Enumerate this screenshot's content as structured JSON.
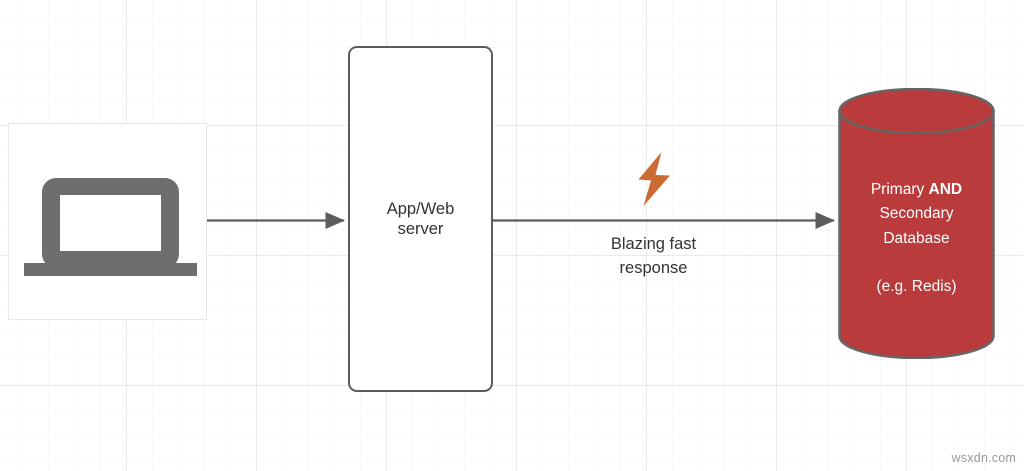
{
  "diagram": {
    "background_color": "#ffffff",
    "grid_color": "#e9e9e9",
    "nodes": {
      "client": {
        "icon": "laptop-icon",
        "icon_color": "#6e6e6e",
        "fill": "#ffffff"
      },
      "app_web_server": {
        "label": "App/Web\nserver",
        "fill": "#ffffff",
        "stroke": "#5c5c5c",
        "text_color": "#333333"
      },
      "database": {
        "label_main": "Primary ",
        "label_emphasis": "AND",
        "label_rest": "\nSecondary\nDatabase",
        "label_sub": "(e.g. Redis)",
        "fill": "#b93b3b",
        "stroke": "#666666",
        "text_color": "#ffffff"
      }
    },
    "edges": {
      "client_to_server": {
        "stroke": "#5c5c5c",
        "arrowhead": "filled-triangle"
      },
      "server_to_database": {
        "label": "Blazing fast\nresponse",
        "stroke": "#5c5c5c",
        "arrowhead": "filled-triangle",
        "text_color": "#333333"
      }
    },
    "annotations": {
      "bolt": {
        "icon": "lightning-bolt-icon",
        "color": "#cb6b33"
      }
    },
    "watermark": "wsxdn.com"
  }
}
